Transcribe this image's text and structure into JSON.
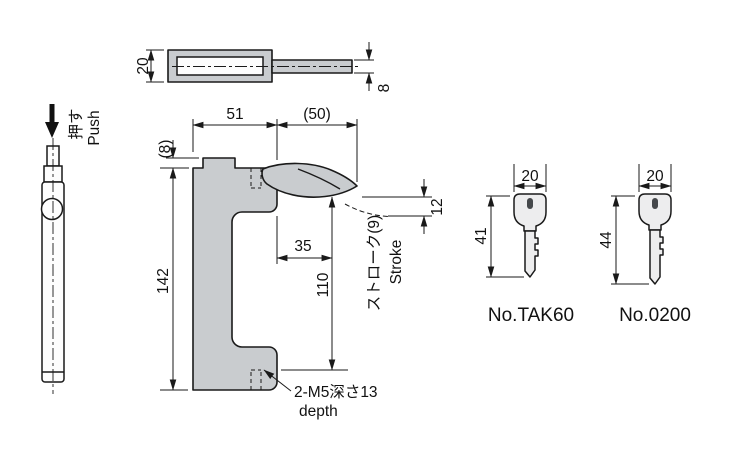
{
  "drawing": {
    "title": "latch-handle-technical-drawing",
    "colors": {
      "line": "#1a1a1a",
      "part_fill": "#c9cccf",
      "key_fill": "#ededee",
      "background": "#ffffff"
    },
    "top_view": {
      "dim_height": "20",
      "dim_bar": "8"
    },
    "side_view": {
      "push_label": "Push",
      "push_label_jp": "押す"
    },
    "front_view": {
      "dim_top_width": "51",
      "dim_latch_reach": "(50)",
      "dim_top_step": "(8)",
      "dim_total_height": "142",
      "dim_inner": "35",
      "dim_opening_height": "110",
      "dim_latch_drop": "12",
      "stroke_label_jp": "ストローク(9)",
      "stroke_label_en": "Stroke",
      "tap_note_jp": "2-M5深さ13",
      "tap_note_en": "depth"
    },
    "keys": [
      {
        "name": "No.TAK60",
        "dim_width": "20",
        "dim_length": "41"
      },
      {
        "name": "No.0200",
        "dim_width": "20",
        "dim_length": "44"
      }
    ]
  }
}
